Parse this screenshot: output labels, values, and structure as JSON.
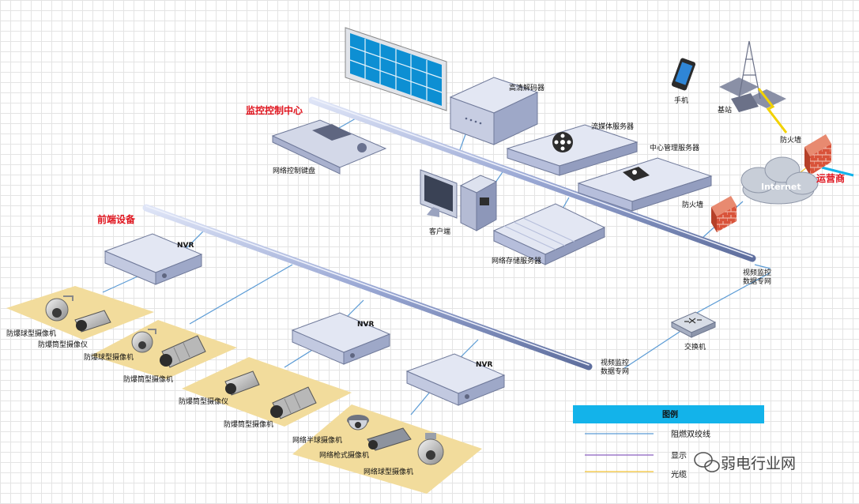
{
  "labels": {
    "monitor_center": "监控控制中心",
    "front_end": "前端设备",
    "hd_decoder": "高清解码器",
    "stream_server": "流媒体服务器",
    "central_server": "中心管理服务器",
    "network_keyboard": "网络控制键盘",
    "client": "客户端",
    "storage_server": "网络存储服务器",
    "phone": "手机",
    "base_station": "基站",
    "firewall_top": "防火墙",
    "firewall_mid": "防火墙",
    "internet": "Internet",
    "operator": "运营商",
    "video_net_1_line1": "视频监控",
    "video_net_1_line2": "数据专网",
    "video_net_2_line1": "视频监控",
    "video_net_2_line2": "数据专网",
    "switch": "交换机",
    "nvr_1": "NVR",
    "nvr_2": "NVR",
    "nvr_3": "NVR",
    "cam_dome_1": "防爆球型摄像机",
    "cam_tube_1": "防爆筒型摄像仪",
    "cam_dome_2": "防爆球型摄像机",
    "cam_tube_2": "防爆筒型摄像机",
    "cam_tube_3": "防爆筒型摄像仪",
    "cam_tube_4": "防爆筒型摄像机",
    "cam_half_dome": "网络半球摄像机",
    "cam_gun": "网络枪式摄像机",
    "cam_net_dome": "网络球型摄像机"
  },
  "legend": {
    "title": "图例",
    "items": [
      {
        "label": "阻燃双绞线",
        "color": "#5b9bd5"
      },
      {
        "label": "显示",
        "color": "#8b5fbf"
      },
      {
        "label": "光缆",
        "color": "#f2c230"
      }
    ]
  },
  "watermark": "弱电行业网",
  "colors": {
    "twisted_pair": "#5b9bd5",
    "display": "#8b5fbf",
    "fiber": "#f2c230",
    "zone_fill": "#f2dc9c",
    "bus": "#9aa8d4",
    "device": "#b8c0dc",
    "legend_bar": "#13b3ea",
    "firewall": "#d9533a",
    "accent_red": "#e0141e"
  }
}
